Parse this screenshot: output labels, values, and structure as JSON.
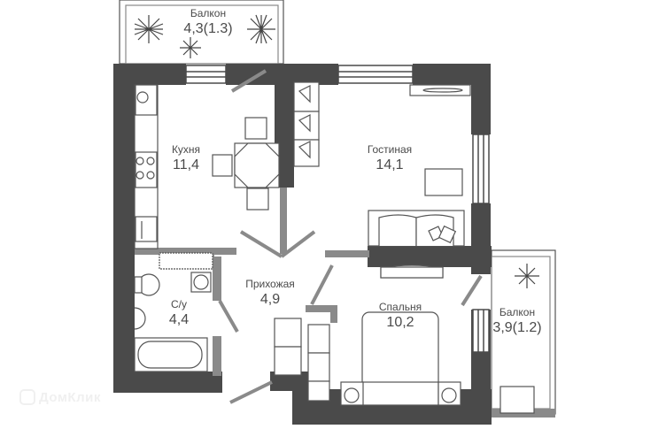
{
  "rooms": {
    "balcony_top": {
      "name": "Балкон",
      "area": "4,3(1.3)"
    },
    "kitchen": {
      "name": "Кухня",
      "area": "11,4"
    },
    "living": {
      "name": "Гостиная",
      "area": "14,1"
    },
    "bathroom": {
      "name": "С/у",
      "area": "4,4"
    },
    "hallway": {
      "name": "Прихожая",
      "area": "4,9"
    },
    "bedroom": {
      "name": "Спальня",
      "area": "10,2"
    },
    "balcony_right": {
      "name": "Балкон",
      "area": "3,9(1.2)"
    }
  },
  "watermark": {
    "text": "ДомКлик"
  },
  "colors": {
    "wall": "#4a4a4a",
    "partition": "#8a8a8a",
    "furniture": "#555555",
    "background": "#ffffff"
  }
}
